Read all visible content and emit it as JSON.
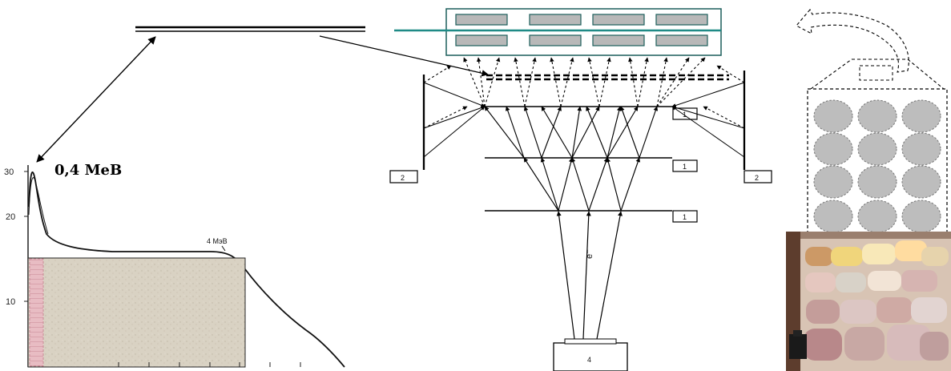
{
  "graph": {
    "y_ticks": [
      "30",
      "20",
      "10"
    ],
    "peak_label": "0,4 MeB",
    "energy_label": "4 MэB",
    "curve_points": [
      [
        0.0,
        0.0
      ],
      [
        0.08,
        0.15
      ],
      [
        0.16,
        0.3
      ],
      [
        0.25,
        0.45
      ],
      [
        0.33,
        0.6
      ],
      [
        0.5,
        0.85
      ],
      [
        0.75,
        1.0
      ],
      [
        1.0,
        1.0
      ]
    ]
  },
  "accelerator": {
    "grid_labels": [
      "1",
      "1",
      "1"
    ],
    "side_labels": [
      "2",
      "2"
    ],
    "source_label": "4",
    "electron_label": "e⁻"
  },
  "colors": {
    "product_fill": "#b8b8b8",
    "conveyor_line": "#1f8a86",
    "panel_stroke": "#1b5e5b",
    "sample_fill": "#d8d0bf",
    "sample_edge": "#c98a96"
  }
}
